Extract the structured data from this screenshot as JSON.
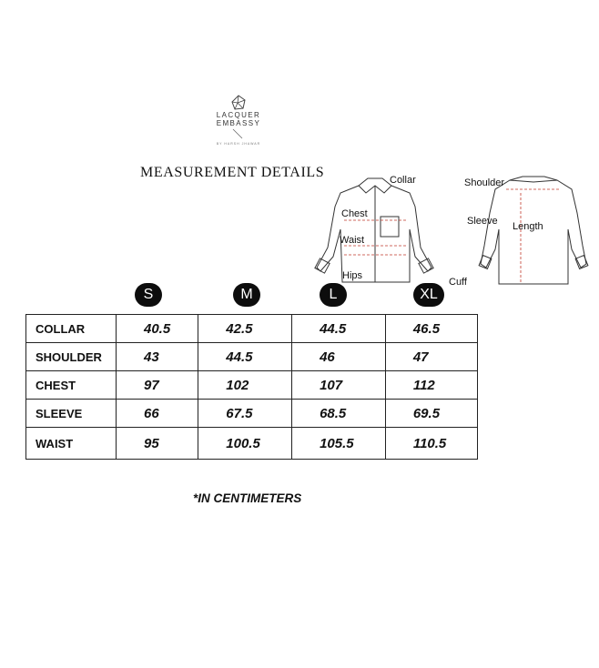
{
  "brand": {
    "line1": "LACQUER",
    "line2": "EMBASSY",
    "tagline": "BY HARSH JHAWAR"
  },
  "title": "MEASUREMENT DETAILS",
  "diagram": {
    "front_labels": {
      "collar": "Collar",
      "chest": "Chest",
      "waist": "Waist",
      "hips": "Hips",
      "cuff": "Cuff"
    },
    "back_labels": {
      "shoulder": "Shoulder",
      "sleeve": "Sleeve",
      "length": "Length"
    }
  },
  "sizes": [
    "S",
    "M",
    "L",
    "XL"
  ],
  "rows": [
    {
      "label": "COLLAR",
      "values": [
        "40.5",
        "42.5",
        "44.5",
        "46.5"
      ]
    },
    {
      "label": "SHOULDER",
      "values": [
        "43",
        "44.5",
        "46",
        "47"
      ]
    },
    {
      "label": "CHEST",
      "values": [
        "97",
        "102",
        "107",
        "112"
      ]
    },
    {
      "label": "SLEEVE",
      "values": [
        "66",
        "67.5",
        "68.5",
        "69.5"
      ]
    },
    {
      "label": "WAIST",
      "values": [
        "95",
        "100.5",
        "105.5",
        "110.5"
      ]
    }
  ],
  "note": "*IN CENTIMETERS"
}
